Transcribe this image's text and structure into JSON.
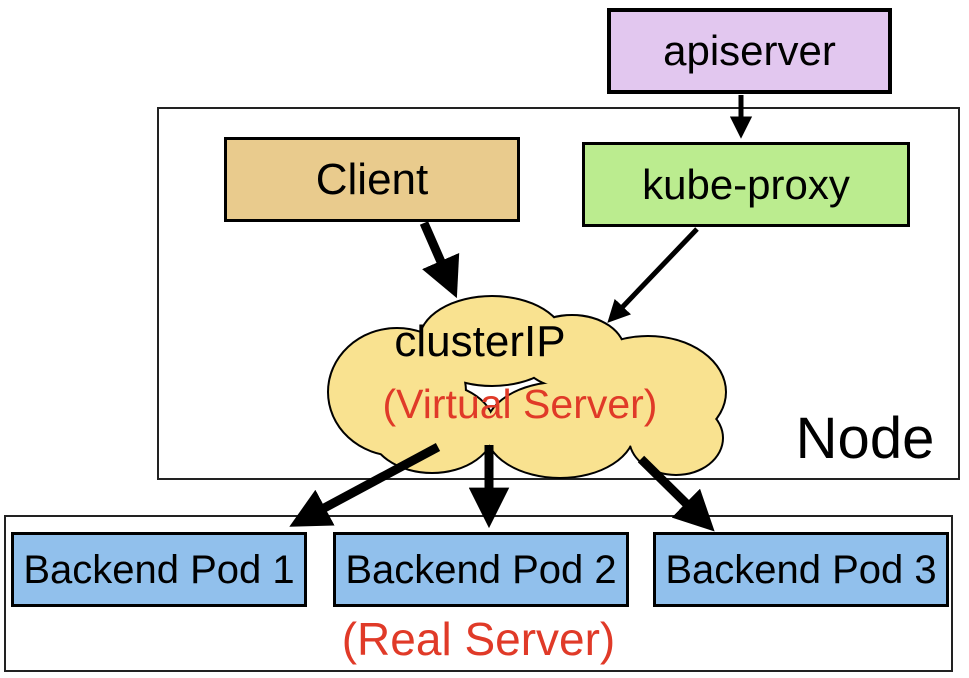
{
  "diagram": {
    "title_hint": "Kubernetes clusterIP service routing diagram",
    "apiserver": {
      "label": "apiserver"
    },
    "node": {
      "label": "Node",
      "client": {
        "label": "Client"
      },
      "kube_proxy": {
        "label": "kube-proxy"
      },
      "cluster_ip": {
        "label": "clusterIP",
        "sublabel": "(Virtual Server)"
      }
    },
    "backend": {
      "label": "(Real Server)",
      "pods": [
        {
          "label": "Backend Pod 1"
        },
        {
          "label": "Backend Pod 2"
        },
        {
          "label": "Backend Pod 3"
        }
      ]
    },
    "arrows": [
      "apiserver to kube-proxy",
      "Client to clusterIP",
      "kube-proxy to clusterIP",
      "clusterIP to Backend Pod 1",
      "clusterIP to Backend Pod 2",
      "clusterIP to Backend Pod 3"
    ],
    "colors": {
      "apiserver_fill": "#e2c7ef",
      "client_fill": "#e9cb8d",
      "kube_proxy_fill": "#bbec8f",
      "cloud_fill": "#f9e290",
      "pod_fill": "#91c0ec",
      "accent_red": "#e03a28",
      "outline": "#000000",
      "background": "#ffffff"
    }
  }
}
